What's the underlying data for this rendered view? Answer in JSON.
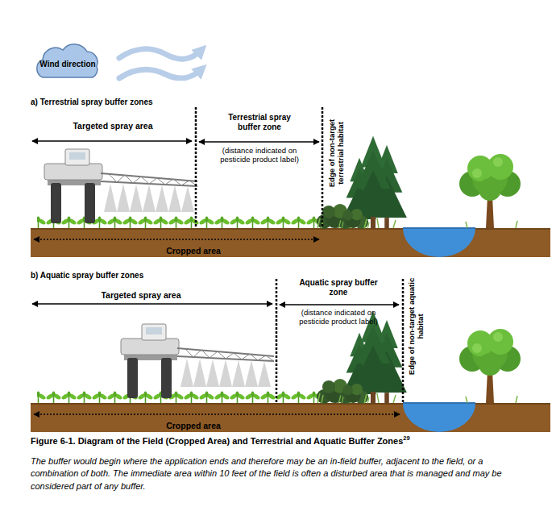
{
  "diagram": {
    "caption": "Figure 6-1. Diagram of the Field (Cropped Area) and Terrestrial and Aquatic Buffer Zones",
    "nodes": [
      {
        "text": [
          "Wind direction"
        ]
      }
    ],
    "labels": [
      "a) Terrestrial spray buffer zones",
      "Targeted spray area",
      "Terrestrial spray buffer zone",
      "(distance indicated on pesticide product label)",
      "Edge of non-target terrestrial habitat",
      "Cropped area",
      "b) Aquatic spray buffer zones",
      "Targeted spray area",
      "Aquatic spray buffer zone",
      "(distance indicated on pesticide product label)",
      "Edge of non-target aquatic habitat",
      "Cropped area",
      "29",
      "The buffer would begin where the application ends and therefore may be an in-field buffer, adjacent to the field, or a combination of both. The immediate area within 10 feet of the field is often a disturbed area that is managed and may be considered part of any buffer."
    ]
  }
}
